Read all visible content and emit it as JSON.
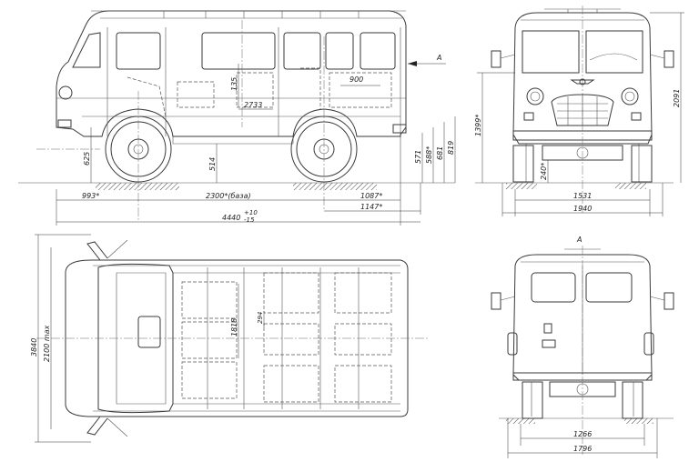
{
  "side_view": {
    "arrow_label": "A",
    "dims": {
      "front_overhang": "993*",
      "wheelbase": "2300*(база)",
      "rear_overhang": "1087*",
      "rear_1147": "1147*",
      "overall_length_base": "4440",
      "overall_length_tol_top": "+10",
      "overall_length_tol_bot": "-15",
      "height_625": "625",
      "height_514": "514",
      "height_571": "571",
      "height_588": "588*",
      "height_681": "681",
      "height_819": "819",
      "dim_900": "900",
      "dim_135": "135",
      "dim_2733": "2733"
    }
  },
  "front_view": {
    "dims": {
      "height_1399": "1399*",
      "height_2091": "2091",
      "clearance_240": "240*",
      "track_1531": "1531",
      "width_1940": "1940"
    }
  },
  "top_view": {
    "dims": {
      "length_3840": "3840",
      "width_2100max": "2100 max",
      "dim_1818": "1818",
      "dim_294": "294"
    }
  },
  "rear_view": {
    "label_A": "A",
    "dims": {
      "track_1266": "1266",
      "width_1796": "1796"
    }
  }
}
